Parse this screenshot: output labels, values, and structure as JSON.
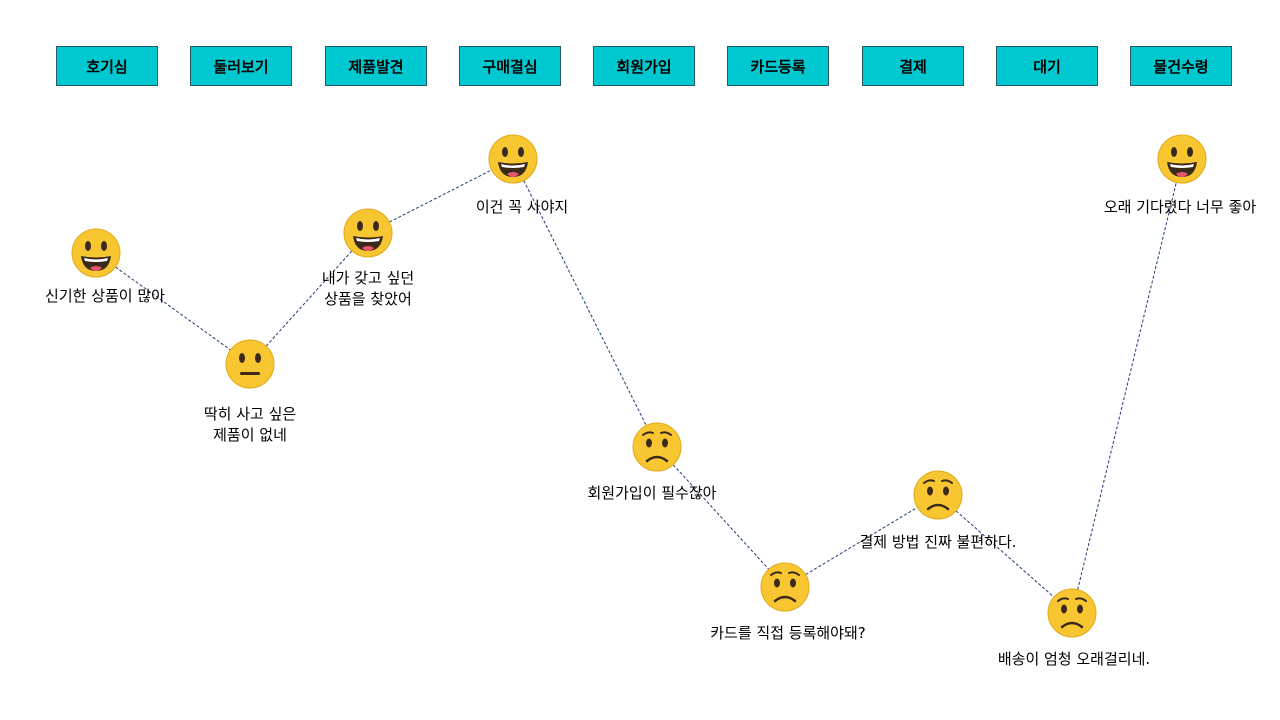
{
  "stages": [
    "호기심",
    "둘러보기",
    "제품발견",
    "구매결심",
    "회원가입",
    "카드등록",
    "결제",
    "대기",
    "물건수령"
  ],
  "points": [
    {
      "face": "happy",
      "label": "신기한 상품이 많아"
    },
    {
      "face": "neutral",
      "label": "딱히 사고 싶은\n제품이 없네"
    },
    {
      "face": "happy",
      "label": "내가 갖고 싶던\n상품을 찾았어"
    },
    {
      "face": "happy",
      "label": "이건 꼭 사야지"
    },
    {
      "face": "worried",
      "label": "회원가입이 필수잖아"
    },
    {
      "face": "worried",
      "label": "카드를 직접 등록해야돼?"
    },
    {
      "face": "worried",
      "label": "결제 방법 진짜 불편하다."
    },
    {
      "face": "worried",
      "label": "배송이 엄청 오래걸리네."
    },
    {
      "face": "happy",
      "label": "오래 기다렸다 너무 좋아"
    }
  ],
  "colors": {
    "header_fill": "#00c8d0",
    "line": "#1f3b73",
    "face": "#f7c631"
  }
}
